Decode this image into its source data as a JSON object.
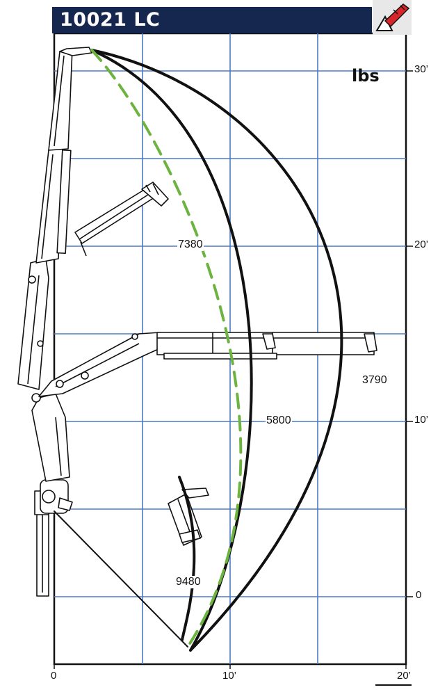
{
  "header": {
    "title": "10021 LC",
    "unit": "lbs"
  },
  "colors": {
    "header_bg": "#15264f",
    "grid": "#4b79c7",
    "curve": "#111111",
    "dashed_curve": "#6db33f",
    "logo_red": "#d7262b"
  },
  "icons": {
    "logo": "crane-arm-icon"
  },
  "axes": {
    "x_ticks": [
      "0",
      "10’",
      "20’"
    ],
    "y_ticks": [
      "30’",
      "20’",
      "10’",
      "0"
    ]
  },
  "capacities": [
    {
      "label": "7380",
      "style": "dashed"
    },
    {
      "label": "5800",
      "style": "solid"
    },
    {
      "label": "3790",
      "style": "solid"
    },
    {
      "label": "9480",
      "style": "solid"
    }
  ]
}
